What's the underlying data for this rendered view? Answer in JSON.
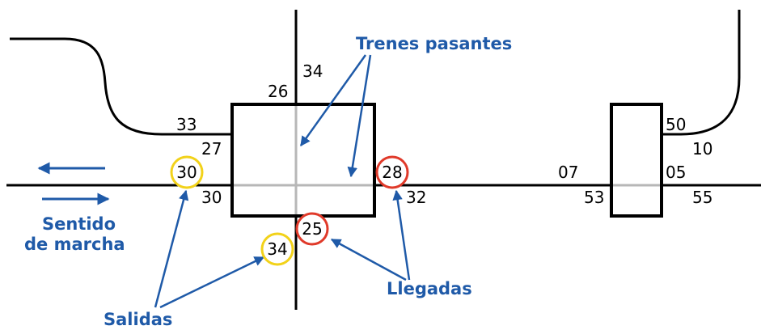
{
  "colors": {
    "label_blue": "#1f5aa8",
    "arrival_red": "#e03a2a",
    "departure_yellow": "#f2d21a",
    "track_black": "#000000",
    "interior_gray": "#b7b7b7"
  },
  "labels": {
    "through_trains": "Trenes pasantes",
    "direction_line1": "Sentido",
    "direction_line2": "de marcha",
    "arrivals": "Llegadas",
    "departures": "Salidas"
  },
  "track_numbers": {
    "n33": "33",
    "n27": "27",
    "n30_left_below": "30",
    "n26": "26",
    "n34_top": "34",
    "n32": "32",
    "n07": "07",
    "n53": "53",
    "n50": "50",
    "n10": "10",
    "n05": "05",
    "n55": "55"
  },
  "circled_numbers": {
    "departure_left": "30",
    "departure_bottom": "34",
    "arrival_right": "28",
    "arrival_bottom": "25"
  }
}
